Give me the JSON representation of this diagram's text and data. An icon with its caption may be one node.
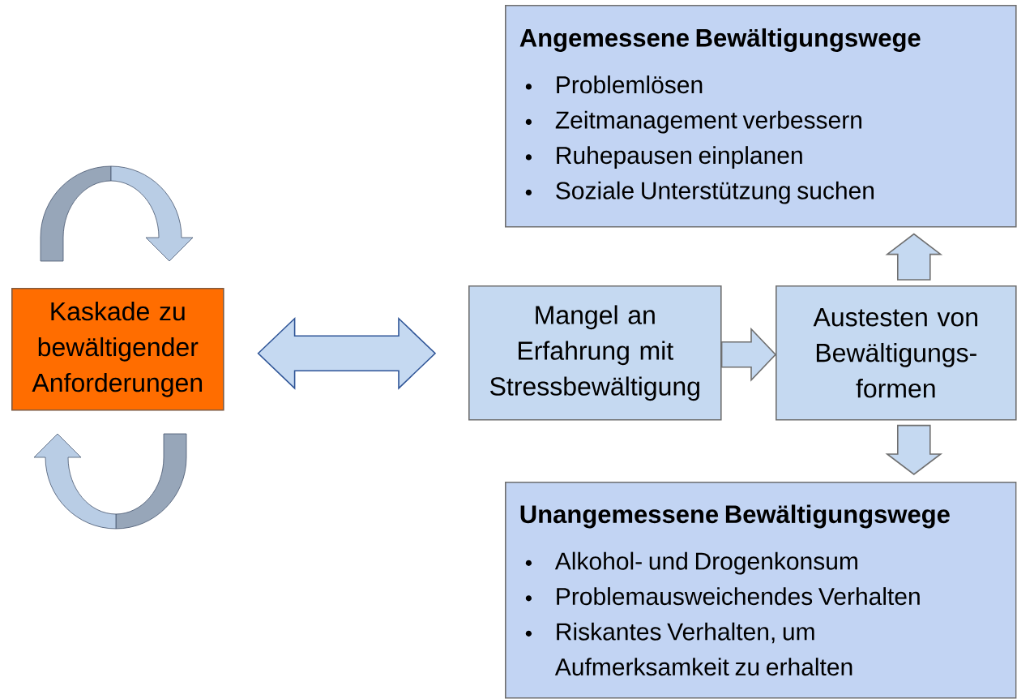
{
  "diagram": {
    "nodes": [
      {
        "text": [
          "Kaskade zu bewältigender Anforderungen"
        ]
      },
      {
        "text": [
          "Mangel an Erfahrung mit Stressbewältigung"
        ]
      },
      {
        "text": [
          "Austesten von Bewältigungs- formen"
        ]
      },
      {
        "text": [
          "Angemessene Bewältigungswege",
          "Problemlösen",
          "Zeitmanagement verbessern",
          "Ruhepausen einplanen",
          "Soziale Unterstützung suchen"
        ]
      },
      {
        "text": [
          "Unangemessene Bewältigungswege",
          "Alkohol- und Drogenkonsum",
          "Problemausweichendes Verhalten",
          "Riskantes Verhalten, um Aufmerksamkeit zu erhalten"
        ]
      }
    ],
    "edges": [
      {
        "from": 0,
        "to": 1,
        "arrow": "both",
        "color": "#2f5597"
      },
      {
        "from": 1,
        "to": 2,
        "arrow": "to"
      },
      {
        "from": 2,
        "to": 3,
        "arrow": "to"
      },
      {
        "from": 2,
        "to": 4,
        "arrow": "to"
      }
    ]
  }
}
